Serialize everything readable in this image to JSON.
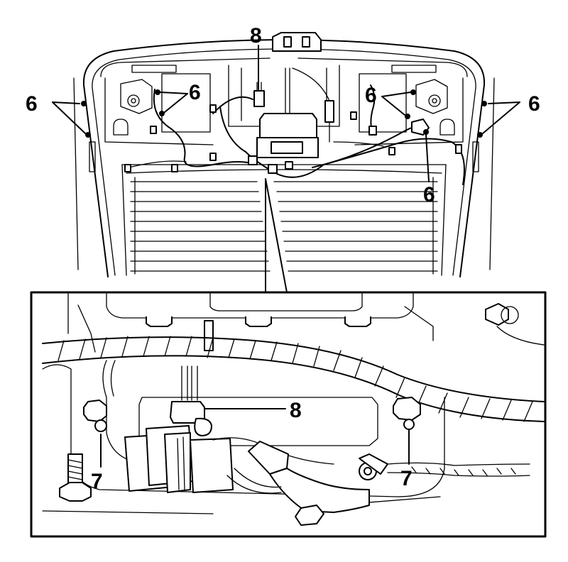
{
  "callouts": {
    "label_6": "6",
    "label_7": "7",
    "label_8": "8"
  },
  "colors": {
    "line": "#000000",
    "background": "#ffffff"
  }
}
